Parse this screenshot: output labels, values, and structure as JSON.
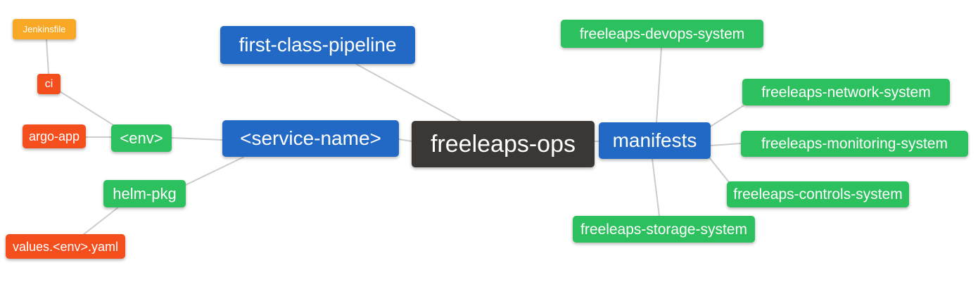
{
  "diagram": {
    "type": "mindmap",
    "nodes": {
      "root": {
        "label": "freeleaps-ops",
        "color": "#3b3735"
      },
      "first_class_pipeline": {
        "label": "first-class-pipeline",
        "color": "#2169c5"
      },
      "service_name": {
        "label": "<service-name>",
        "color": "#2169c5"
      },
      "manifests": {
        "label": "manifests",
        "color": "#2169c5"
      },
      "env": {
        "label": "<env>",
        "color": "#2cc15e"
      },
      "helm_pkg": {
        "label": "helm-pkg",
        "color": "#2cc15e"
      },
      "ci": {
        "label": "ci",
        "color": "#f54e1d"
      },
      "argo_app": {
        "label": "argo-app",
        "color": "#f54e1d"
      },
      "jenkinsfile": {
        "label": "Jenkinsfile",
        "color": "#f9a825"
      },
      "values_env_yaml": {
        "label": "values.<env>.yaml",
        "color": "#f54e1d"
      },
      "devops_system": {
        "label": "freeleaps-devops-system",
        "color": "#2cc15e"
      },
      "network_system": {
        "label": "freeleaps-network-system",
        "color": "#2cc15e"
      },
      "monitoring_system": {
        "label": "freeleaps-monitoring-system",
        "color": "#2cc15e"
      },
      "controls_system": {
        "label": "freeleaps-controls-system",
        "color": "#2cc15e"
      },
      "storage_system": {
        "label": "freeleaps-storage-system",
        "color": "#2cc15e"
      }
    },
    "edges": [
      {
        "from": "jenkinsfile",
        "to": "ci"
      },
      {
        "from": "ci",
        "to": "env"
      },
      {
        "from": "argo_app",
        "to": "env"
      },
      {
        "from": "env",
        "to": "service_name"
      },
      {
        "from": "helm_pkg",
        "to": "service_name"
      },
      {
        "from": "values_env_yaml",
        "to": "helm_pkg"
      },
      {
        "from": "first_class_pipeline",
        "to": "root"
      },
      {
        "from": "service_name",
        "to": "root"
      },
      {
        "from": "root",
        "to": "manifests"
      },
      {
        "from": "manifests",
        "to": "devops_system"
      },
      {
        "from": "manifests",
        "to": "network_system"
      },
      {
        "from": "manifests",
        "to": "monitoring_system"
      },
      {
        "from": "manifests",
        "to": "controls_system"
      },
      {
        "from": "manifests",
        "to": "storage_system"
      }
    ],
    "palette": {
      "branch_blue": "#2169c5",
      "leaf_green": "#2cc15e",
      "leaf_orange": "#f9a825",
      "leaf_red": "#f54e1d",
      "root_dark": "#3b3735",
      "edge_gray": "#cccccc",
      "text": "#ffffff",
      "background": "#ffffff"
    }
  }
}
